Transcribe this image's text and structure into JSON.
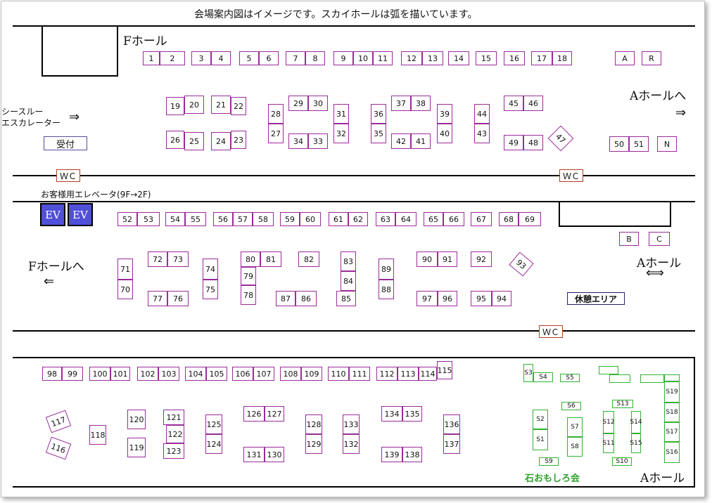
{
  "title": "会場案内図はイメージです。スカイホールは弧を描いています。",
  "labels": {
    "f_hall": "Fホール",
    "to_a_hall_top": "Aホールへ",
    "arrow_right_top": "⇒",
    "escalator_line1": "シースルー",
    "escalator_line2": "エスカレーター",
    "escalator_arrow": "⇒",
    "reception": "受付",
    "guest_elevator": "お客様用エレベータ(9F→2F)",
    "ev": "EV",
    "to_f_hall": "Fホールへ",
    "arrow_left": "⇐",
    "a_hall_mid": "Aホール",
    "arrow_both": "⟺",
    "rest_area": "休憩エリア",
    "stone_club": "石おもしろ会",
    "a_hall_bottom": "Aホール",
    "wc": "ＷＣ"
  },
  "colors": {
    "booth_border": "#9a2b9a",
    "green_booth_border": "#33b233",
    "wc_border": "#b04020",
    "ev_fill": "#5050d8",
    "stone_club_text": "#2ea02e",
    "reception_border": "#5a4a9a"
  },
  "booths": [
    {
      "id": "1",
      "label": "1"
    },
    {
      "id": "2",
      "label": "2"
    },
    {
      "id": "3",
      "label": "3"
    },
    {
      "id": "4",
      "label": "4"
    },
    {
      "id": "5",
      "label": "5"
    },
    {
      "id": "6",
      "label": "6"
    },
    {
      "id": "7",
      "label": "7"
    },
    {
      "id": "8",
      "label": "8"
    },
    {
      "id": "9",
      "label": "9"
    },
    {
      "id": "10",
      "label": "10"
    },
    {
      "id": "11",
      "label": "11"
    },
    {
      "id": "12",
      "label": "12"
    },
    {
      "id": "13",
      "label": "13"
    },
    {
      "id": "14",
      "label": "14"
    },
    {
      "id": "15",
      "label": "15"
    },
    {
      "id": "16",
      "label": "16"
    },
    {
      "id": "17",
      "label": "17"
    },
    {
      "id": "18",
      "label": "18"
    },
    {
      "id": "A",
      "label": "A"
    },
    {
      "id": "R",
      "label": "R"
    },
    {
      "id": "19",
      "label": "19"
    },
    {
      "id": "20",
      "label": "20"
    },
    {
      "id": "21",
      "label": "21"
    },
    {
      "id": "22",
      "label": "22"
    },
    {
      "id": "28",
      "label": "28"
    },
    {
      "id": "27",
      "label": "27"
    },
    {
      "id": "29",
      "label": "29"
    },
    {
      "id": "30",
      "label": "30"
    },
    {
      "id": "31",
      "label": "31"
    },
    {
      "id": "32",
      "label": "32"
    },
    {
      "id": "36",
      "label": "36"
    },
    {
      "id": "35",
      "label": "35"
    },
    {
      "id": "37",
      "label": "37"
    },
    {
      "id": "38",
      "label": "38"
    },
    {
      "id": "39",
      "label": "39"
    },
    {
      "id": "40",
      "label": "40"
    },
    {
      "id": "44",
      "label": "44"
    },
    {
      "id": "43",
      "label": "43"
    },
    {
      "id": "45",
      "label": "45"
    },
    {
      "id": "46",
      "label": "46"
    },
    {
      "id": "26",
      "label": "26"
    },
    {
      "id": "25",
      "label": "25"
    },
    {
      "id": "24",
      "label": "24"
    },
    {
      "id": "23",
      "label": "23"
    },
    {
      "id": "34",
      "label": "34"
    },
    {
      "id": "33",
      "label": "33"
    },
    {
      "id": "42",
      "label": "42"
    },
    {
      "id": "41",
      "label": "41"
    },
    {
      "id": "49",
      "label": "49"
    },
    {
      "id": "48",
      "label": "48"
    },
    {
      "id": "47",
      "label": "47"
    },
    {
      "id": "50",
      "label": "50"
    },
    {
      "id": "51",
      "label": "51"
    },
    {
      "id": "N",
      "label": "N"
    },
    {
      "id": "52",
      "label": "52"
    },
    {
      "id": "53",
      "label": "53"
    },
    {
      "id": "54",
      "label": "54"
    },
    {
      "id": "55",
      "label": "55"
    },
    {
      "id": "56",
      "label": "56"
    },
    {
      "id": "57",
      "label": "57"
    },
    {
      "id": "58",
      "label": "58"
    },
    {
      "id": "59",
      "label": "59"
    },
    {
      "id": "60",
      "label": "60"
    },
    {
      "id": "61",
      "label": "61"
    },
    {
      "id": "62",
      "label": "62"
    },
    {
      "id": "63",
      "label": "63"
    },
    {
      "id": "64",
      "label": "64"
    },
    {
      "id": "65",
      "label": "65"
    },
    {
      "id": "66",
      "label": "66"
    },
    {
      "id": "67",
      "label": "67"
    },
    {
      "id": "68",
      "label": "68"
    },
    {
      "id": "69",
      "label": "69"
    },
    {
      "id": "B",
      "label": "B"
    },
    {
      "id": "C",
      "label": "C"
    },
    {
      "id": "71",
      "label": "71"
    },
    {
      "id": "70",
      "label": "70"
    },
    {
      "id": "72",
      "label": "72"
    },
    {
      "id": "73",
      "label": "73"
    },
    {
      "id": "77",
      "label": "77"
    },
    {
      "id": "76",
      "label": "76"
    },
    {
      "id": "74",
      "label": "74"
    },
    {
      "id": "75",
      "label": "75"
    },
    {
      "id": "80",
      "label": "80"
    },
    {
      "id": "81",
      "label": "81"
    },
    {
      "id": "79",
      "label": "79"
    },
    {
      "id": "78",
      "label": "78"
    },
    {
      "id": "82",
      "label": "82"
    },
    {
      "id": "87",
      "label": "87"
    },
    {
      "id": "86",
      "label": "86"
    },
    {
      "id": "83",
      "label": "83"
    },
    {
      "id": "84",
      "label": "84"
    },
    {
      "id": "85",
      "label": "85"
    },
    {
      "id": "89",
      "label": "89"
    },
    {
      "id": "88",
      "label": "88"
    },
    {
      "id": "90",
      "label": "90"
    },
    {
      "id": "91",
      "label": "91"
    },
    {
      "id": "92",
      "label": "92"
    },
    {
      "id": "93",
      "label": "93"
    },
    {
      "id": "97",
      "label": "97"
    },
    {
      "id": "96",
      "label": "96"
    },
    {
      "id": "95",
      "label": "95"
    },
    {
      "id": "94",
      "label": "94"
    },
    {
      "id": "98",
      "label": "98"
    },
    {
      "id": "99",
      "label": "99"
    },
    {
      "id": "100",
      "label": "100"
    },
    {
      "id": "101",
      "label": "101"
    },
    {
      "id": "102",
      "label": "102"
    },
    {
      "id": "103",
      "label": "103"
    },
    {
      "id": "104",
      "label": "104"
    },
    {
      "id": "105",
      "label": "105"
    },
    {
      "id": "106",
      "label": "106"
    },
    {
      "id": "107",
      "label": "107"
    },
    {
      "id": "108",
      "label": "108"
    },
    {
      "id": "109",
      "label": "109"
    },
    {
      "id": "110",
      "label": "110"
    },
    {
      "id": "111",
      "label": "111"
    },
    {
      "id": "112",
      "label": "112"
    },
    {
      "id": "113",
      "label": "113"
    },
    {
      "id": "114",
      "label": "114"
    },
    {
      "id": "115",
      "label": "115"
    },
    {
      "id": "117",
      "label": "117"
    },
    {
      "id": "116",
      "label": "116"
    },
    {
      "id": "118",
      "label": "118"
    },
    {
      "id": "120",
      "label": "120"
    },
    {
      "id": "119",
      "label": "119"
    },
    {
      "id": "121",
      "label": "121"
    },
    {
      "id": "122",
      "label": "122"
    },
    {
      "id": "123",
      "label": "123"
    },
    {
      "id": "125",
      "label": "125"
    },
    {
      "id": "124",
      "label": "124"
    },
    {
      "id": "126",
      "label": "126"
    },
    {
      "id": "127",
      "label": "127"
    },
    {
      "id": "131",
      "label": "131"
    },
    {
      "id": "130",
      "label": "130"
    },
    {
      "id": "128",
      "label": "128"
    },
    {
      "id": "129",
      "label": "129"
    },
    {
      "id": "133",
      "label": "133"
    },
    {
      "id": "132",
      "label": "132"
    },
    {
      "id": "134",
      "label": "134"
    },
    {
      "id": "135",
      "label": "135"
    },
    {
      "id": "139",
      "label": "139"
    },
    {
      "id": "138",
      "label": "138"
    },
    {
      "id": "136",
      "label": "136"
    },
    {
      "id": "137",
      "label": "137"
    }
  ],
  "green_booths": [
    {
      "id": "S3",
      "label": "S3"
    },
    {
      "id": "S4",
      "label": "S4"
    },
    {
      "id": "S5",
      "label": "S5"
    },
    {
      "id": "S6",
      "label": "S6"
    },
    {
      "id": "S2",
      "label": "S2"
    },
    {
      "id": "S1",
      "label": "S1"
    },
    {
      "id": "S7",
      "label": "S7"
    },
    {
      "id": "S8",
      "label": "S8"
    },
    {
      "id": "S9",
      "label": "S9"
    },
    {
      "id": "S13",
      "label": "S13"
    },
    {
      "id": "S12",
      "label": "S12"
    },
    {
      "id": "S11",
      "label": "S11"
    },
    {
      "id": "S14",
      "label": "S14"
    },
    {
      "id": "S15",
      "label": "S15"
    },
    {
      "id": "S10",
      "label": "S10"
    },
    {
      "id": "S19",
      "label": "S19"
    },
    {
      "id": "S18",
      "label": "S18"
    },
    {
      "id": "S17",
      "label": "S17"
    },
    {
      "id": "S16",
      "label": "S16"
    },
    {
      "id": "g1",
      "label": ""
    },
    {
      "id": "g2",
      "label": ""
    },
    {
      "id": "g3",
      "label": ""
    },
    {
      "id": "g4",
      "label": ""
    }
  ]
}
